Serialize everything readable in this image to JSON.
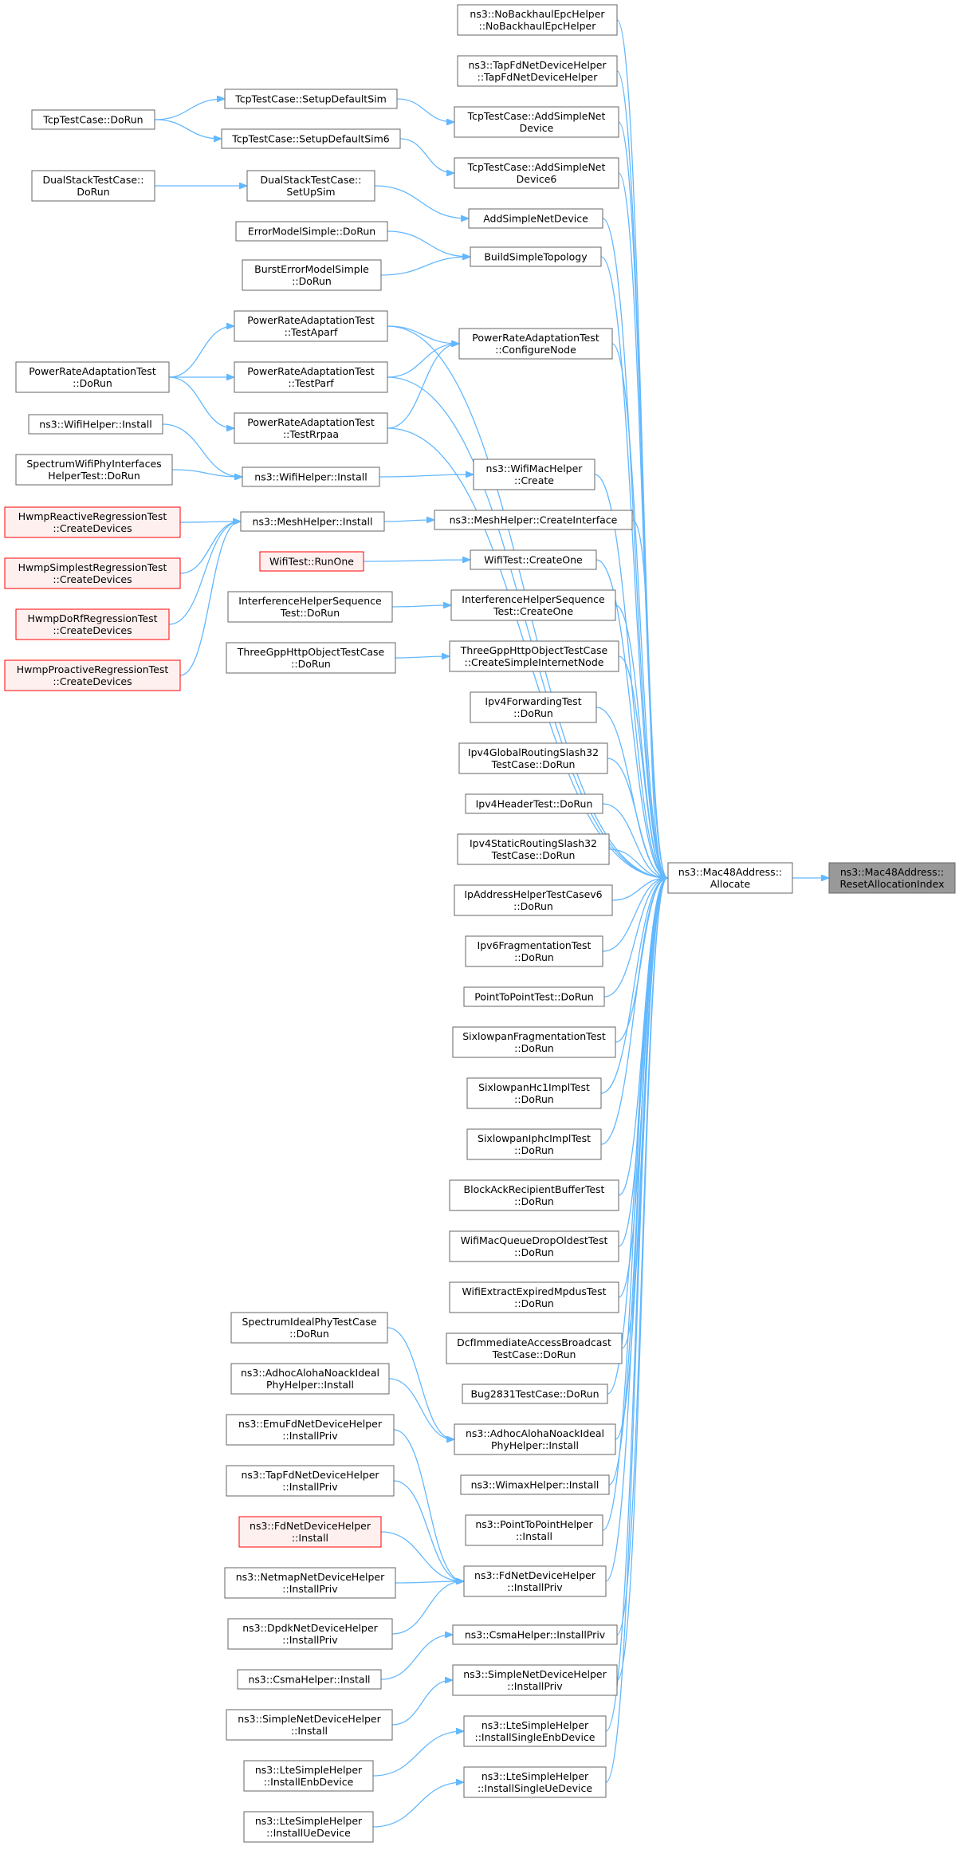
{
  "colors": {
    "edge": "#63b8ff",
    "border": "#666666",
    "highlight_border": "#ff0000",
    "highlight_fill": "#fff0f0",
    "target_fill": "#999999"
  },
  "target": {
    "lines": [
      "ns3::Mac48Address::",
      "ResetAllocationIndex"
    ]
  },
  "nodes": [
    {
      "id": "allocate",
      "lines": [
        "ns3::Mac48Address::",
        "Allocate"
      ]
    },
    {
      "id": "nobackhaul",
      "lines": [
        "ns3::NoBackhaulEpcHelper",
        "::NoBackhaulEpcHelper"
      ]
    },
    {
      "id": "tapfd_helper",
      "lines": [
        "ns3::TapFdNetDeviceHelper",
        "::TapFdNetDeviceHelper"
      ]
    },
    {
      "id": "tcp_addsimple",
      "lines": [
        "TcpTestCase::AddSimpleNet",
        "Device"
      ]
    },
    {
      "id": "tcp_addsimple6",
      "lines": [
        "TcpTestCase::AddSimpleNet",
        "Device6"
      ]
    },
    {
      "id": "addsimplenetdevice",
      "lines": [
        "AddSimpleNetDevice"
      ]
    },
    {
      "id": "buildsimpletopology",
      "lines": [
        "BuildSimpleTopology"
      ]
    },
    {
      "id": "pra_configure",
      "lines": [
        "PowerRateAdaptationTest",
        "::ConfigureNode"
      ]
    },
    {
      "id": "wifimac_create",
      "lines": [
        "ns3::WifiMacHelper",
        "::Create"
      ]
    },
    {
      "id": "mesh_createinterface",
      "lines": [
        "ns3::MeshHelper::CreateInterface"
      ]
    },
    {
      "id": "wifitest_createone",
      "lines": [
        "WifiTest::CreateOne"
      ]
    },
    {
      "id": "ihs_createone",
      "lines": [
        "InterferenceHelperSequence",
        "Test::CreateOne"
      ]
    },
    {
      "id": "threegpp_create",
      "lines": [
        "ThreeGppHttpObjectTestCase",
        "::CreateSimpleInternetNode"
      ]
    },
    {
      "id": "ipv4fwd",
      "lines": [
        "Ipv4ForwardingTest",
        "::DoRun"
      ]
    },
    {
      "id": "ipv4global",
      "lines": [
        "Ipv4GlobalRoutingSlash32",
        "TestCase::DoRun"
      ]
    },
    {
      "id": "ipv4header",
      "lines": [
        "Ipv4HeaderTest::DoRun"
      ]
    },
    {
      "id": "ipv4static",
      "lines": [
        "Ipv4StaticRoutingSlash32",
        "TestCase::DoRun"
      ]
    },
    {
      "id": "ipaddrv6",
      "lines": [
        "IpAddressHelperTestCasev6",
        "::DoRun"
      ]
    },
    {
      "id": "ipv6frag",
      "lines": [
        "Ipv6FragmentationTest",
        "::DoRun"
      ]
    },
    {
      "id": "p2ptest",
      "lines": [
        "PointToPointTest::DoRun"
      ]
    },
    {
      "id": "sixfrag",
      "lines": [
        "SixlowpanFragmentationTest",
        "::DoRun"
      ]
    },
    {
      "id": "sixhc1",
      "lines": [
        "SixlowpanHc1ImplTest",
        "::DoRun"
      ]
    },
    {
      "id": "sixiphc",
      "lines": [
        "SixlowpanIphcImplTest",
        "::DoRun"
      ]
    },
    {
      "id": "blockack",
      "lines": [
        "BlockAckRecipientBufferTest",
        "::DoRun"
      ]
    },
    {
      "id": "wifimacqueue",
      "lines": [
        "WifiMacQueueDropOldestTest",
        "::DoRun"
      ]
    },
    {
      "id": "wifiextract",
      "lines": [
        "WifiExtractExpiredMpdusTest",
        "::DoRun"
      ]
    },
    {
      "id": "dcfimm",
      "lines": [
        "DcfImmediateAccessBroadcast",
        "TestCase::DoRun"
      ]
    },
    {
      "id": "bug2831",
      "lines": [
        "Bug2831TestCase::DoRun"
      ]
    },
    {
      "id": "adhoc_install",
      "lines": [
        "ns3::AdhocAlohaNoackIdeal",
        "PhyHelper::Install"
      ]
    },
    {
      "id": "wimax_install",
      "lines": [
        "ns3::WimaxHelper::Install"
      ]
    },
    {
      "id": "p2phelper_install",
      "lines": [
        "ns3::PointToPointHelper",
        "::Install"
      ]
    },
    {
      "id": "fdnet_installpriv",
      "lines": [
        "ns3::FdNetDeviceHelper",
        "::InstallPriv"
      ]
    },
    {
      "id": "csma_installpriv",
      "lines": [
        "ns3::CsmaHelper::InstallPriv"
      ]
    },
    {
      "id": "simplenet_installpriv",
      "lines": [
        "ns3::SimpleNetDeviceHelper",
        "::InstallPriv"
      ]
    },
    {
      "id": "lte_installsingleenb",
      "lines": [
        "ns3::LteSimpleHelper",
        "::InstallSingleEnbDevice"
      ]
    },
    {
      "id": "lte_installsingleue",
      "lines": [
        "ns3::LteSimpleHelper",
        "::InstallSingleUeDevice"
      ]
    },
    {
      "id": "tcp_setupdefault",
      "lines": [
        "TcpTestCase::SetupDefaultSim"
      ]
    },
    {
      "id": "tcp_setupdefault6",
      "lines": [
        "TcpTestCase::SetupDefaultSim6"
      ]
    },
    {
      "id": "tcp_dorun",
      "lines": [
        "TcpTestCase::DoRun"
      ]
    },
    {
      "id": "ds_setupsim",
      "lines": [
        "DualStackTestCase::",
        "SetUpSim"
      ]
    },
    {
      "id": "ds_dorun",
      "lines": [
        "DualStackTestCase::",
        "DoRun"
      ]
    },
    {
      "id": "errmodel_dorun",
      "lines": [
        "ErrorModelSimple::DoRun"
      ]
    },
    {
      "id": "burst_dorun",
      "lines": [
        "BurstErrorModelSimple",
        "::DoRun"
      ]
    },
    {
      "id": "pra_testaparf",
      "lines": [
        "PowerRateAdaptationTest",
        "::TestAparf"
      ]
    },
    {
      "id": "pra_testparf",
      "lines": [
        "PowerRateAdaptationTest",
        "::TestParf"
      ]
    },
    {
      "id": "pra_testrrpaa",
      "lines": [
        "PowerRateAdaptationTest",
        "::TestRrpaa"
      ]
    },
    {
      "id": "pra_dorun",
      "lines": [
        "PowerRateAdaptationTest",
        "::DoRun"
      ]
    },
    {
      "id": "wifihelper_install_mid",
      "lines": [
        "ns3::WifiHelper::Install"
      ]
    },
    {
      "id": "wifihelper_install_left",
      "lines": [
        "ns3::WifiHelper::Install"
      ]
    },
    {
      "id": "spectrumwifi_dorun",
      "lines": [
        "SpectrumWifiPhyInterfaces",
        "HelperTest::DoRun"
      ]
    },
    {
      "id": "meshhelper_install",
      "lines": [
        "ns3::MeshHelper::Install"
      ]
    },
    {
      "id": "hwmp_reactive",
      "lines": [
        "HwmpReactiveRegressionTest",
        "::CreateDevices"
      ]
    },
    {
      "id": "hwmp_simplest",
      "lines": [
        "HwmpSimplestRegressionTest",
        "::CreateDevices"
      ]
    },
    {
      "id": "hwmp_dorf",
      "lines": [
        "HwmpDoRfRegressionTest",
        "::CreateDevices"
      ]
    },
    {
      "id": "hwmp_proactive",
      "lines": [
        "HwmpProactiveRegressionTest",
        "::CreateDevices"
      ]
    },
    {
      "id": "wifitest_runone",
      "lines": [
        "WifiTest::RunOne"
      ]
    },
    {
      "id": "ihs_dorun",
      "lines": [
        "InterferenceHelperSequence",
        "Test::DoRun"
      ]
    },
    {
      "id": "threegpp_dorun",
      "lines": [
        "ThreeGppHttpObjectTestCase",
        "::DoRun"
      ]
    },
    {
      "id": "spectrumideal_dorun",
      "lines": [
        "SpectrumIdealPhyTestCase",
        "::DoRun"
      ]
    },
    {
      "id": "adhoc_install_left",
      "lines": [
        "ns3::AdhocAlohaNoackIdeal",
        "PhyHelper::Install"
      ]
    },
    {
      "id": "emufd_installpriv",
      "lines": [
        "ns3::EmuFdNetDeviceHelper",
        "::InstallPriv"
      ]
    },
    {
      "id": "tapfd_installpriv",
      "lines": [
        "ns3::TapFdNetDeviceHelper",
        "::InstallPriv"
      ]
    },
    {
      "id": "fdnet_install",
      "lines": [
        "ns3::FdNetDeviceHelper",
        "::Install"
      ]
    },
    {
      "id": "netmap_installpriv",
      "lines": [
        "ns3::NetmapNetDeviceHelper",
        "::InstallPriv"
      ]
    },
    {
      "id": "dpdk_installpriv",
      "lines": [
        "ns3::DpdkNetDeviceHelper",
        "::InstallPriv"
      ]
    },
    {
      "id": "csma_install",
      "lines": [
        "ns3::CsmaHelper::Install"
      ]
    },
    {
      "id": "simplenet_install",
      "lines": [
        "ns3::SimpleNetDeviceHelper",
        "::Install"
      ]
    },
    {
      "id": "lte_installenb",
      "lines": [
        "ns3::LteSimpleHelper",
        "::InstallEnbDevice"
      ]
    },
    {
      "id": "lte_installue",
      "lines": [
        "ns3::LteSimpleHelper",
        "::InstallUeDevice"
      ]
    }
  ],
  "edges": [
    [
      "allocate",
      "target"
    ],
    [
      "nobackhaul",
      "allocate"
    ],
    [
      "tapfd_helper",
      "allocate"
    ],
    [
      "tcp_addsimple",
      "allocate"
    ],
    [
      "tcp_addsimple6",
      "allocate"
    ],
    [
      "addsimplenetdevice",
      "allocate"
    ],
    [
      "buildsimpletopology",
      "allocate"
    ],
    [
      "pra_testaparf",
      "allocate"
    ],
    [
      "pra_configure",
      "allocate"
    ],
    [
      "pra_testparf",
      "allocate"
    ],
    [
      "pra_testrrpaa",
      "allocate"
    ],
    [
      "wifimac_create",
      "allocate"
    ],
    [
      "mesh_createinterface",
      "allocate"
    ],
    [
      "wifitest_createone",
      "allocate"
    ],
    [
      "ihs_createone",
      "allocate"
    ],
    [
      "threegpp_create",
      "allocate"
    ],
    [
      "ipv4fwd",
      "allocate"
    ],
    [
      "ipv4global",
      "allocate"
    ],
    [
      "ipv4header",
      "allocate"
    ],
    [
      "ipv4static",
      "allocate"
    ],
    [
      "ipaddrv6",
      "allocate"
    ],
    [
      "ipv6frag",
      "allocate"
    ],
    [
      "p2ptest",
      "allocate"
    ],
    [
      "sixfrag",
      "allocate"
    ],
    [
      "sixhc1",
      "allocate"
    ],
    [
      "sixiphc",
      "allocate"
    ],
    [
      "blockack",
      "allocate"
    ],
    [
      "wifimacqueue",
      "allocate"
    ],
    [
      "wifiextract",
      "allocate"
    ],
    [
      "dcfimm",
      "allocate"
    ],
    [
      "bug2831",
      "allocate"
    ],
    [
      "adhoc_install",
      "allocate"
    ],
    [
      "wimax_install",
      "allocate"
    ],
    [
      "p2phelper_install",
      "allocate"
    ],
    [
      "fdnet_installpriv",
      "allocate"
    ],
    [
      "csma_installpriv",
      "allocate"
    ],
    [
      "simplenet_installpriv",
      "allocate"
    ],
    [
      "lte_installsingleenb",
      "allocate"
    ],
    [
      "lte_installsingleue",
      "allocate"
    ],
    [
      "tcp_setupdefault",
      "tcp_addsimple"
    ],
    [
      "tcp_setupdefault6",
      "tcp_addsimple6"
    ],
    [
      "tcp_dorun",
      "tcp_setupdefault"
    ],
    [
      "tcp_dorun",
      "tcp_setupdefault6"
    ],
    [
      "ds_setupsim",
      "addsimplenetdevice"
    ],
    [
      "ds_dorun",
      "ds_setupsim"
    ],
    [
      "errmodel_dorun",
      "buildsimpletopology"
    ],
    [
      "burst_dorun",
      "buildsimpletopology"
    ],
    [
      "pra_testaparf",
      "pra_configure"
    ],
    [
      "pra_testparf",
      "pra_configure"
    ],
    [
      "pra_testrrpaa",
      "pra_configure"
    ],
    [
      "pra_dorun",
      "pra_testaparf"
    ],
    [
      "pra_dorun",
      "pra_testparf"
    ],
    [
      "pra_dorun",
      "pra_testrrpaa"
    ],
    [
      "wifihelper_install_mid",
      "wifimac_create"
    ],
    [
      "wifihelper_install_left",
      "wifihelper_install_mid"
    ],
    [
      "spectrumwifi_dorun",
      "wifihelper_install_mid"
    ],
    [
      "meshhelper_install",
      "mesh_createinterface"
    ],
    [
      "hwmp_reactive",
      "meshhelper_install"
    ],
    [
      "hwmp_simplest",
      "meshhelper_install"
    ],
    [
      "hwmp_dorf",
      "meshhelper_install"
    ],
    [
      "hwmp_proactive",
      "meshhelper_install"
    ],
    [
      "wifitest_runone",
      "wifitest_createone"
    ],
    [
      "ihs_dorun",
      "ihs_createone"
    ],
    [
      "threegpp_dorun",
      "threegpp_create"
    ],
    [
      "spectrumideal_dorun",
      "adhoc_install"
    ],
    [
      "adhoc_install_left",
      "adhoc_install"
    ],
    [
      "emufd_installpriv",
      "fdnet_installpriv"
    ],
    [
      "tapfd_installpriv",
      "fdnet_installpriv"
    ],
    [
      "fdnet_install",
      "fdnet_installpriv"
    ],
    [
      "netmap_installpriv",
      "fdnet_installpriv"
    ],
    [
      "dpdk_installpriv",
      "fdnet_installpriv"
    ],
    [
      "csma_install",
      "csma_installpriv"
    ],
    [
      "simplenet_install",
      "simplenet_installpriv"
    ],
    [
      "lte_installenb",
      "lte_installsingleenb"
    ],
    [
      "lte_installue",
      "lte_installsingleue"
    ]
  ]
}
